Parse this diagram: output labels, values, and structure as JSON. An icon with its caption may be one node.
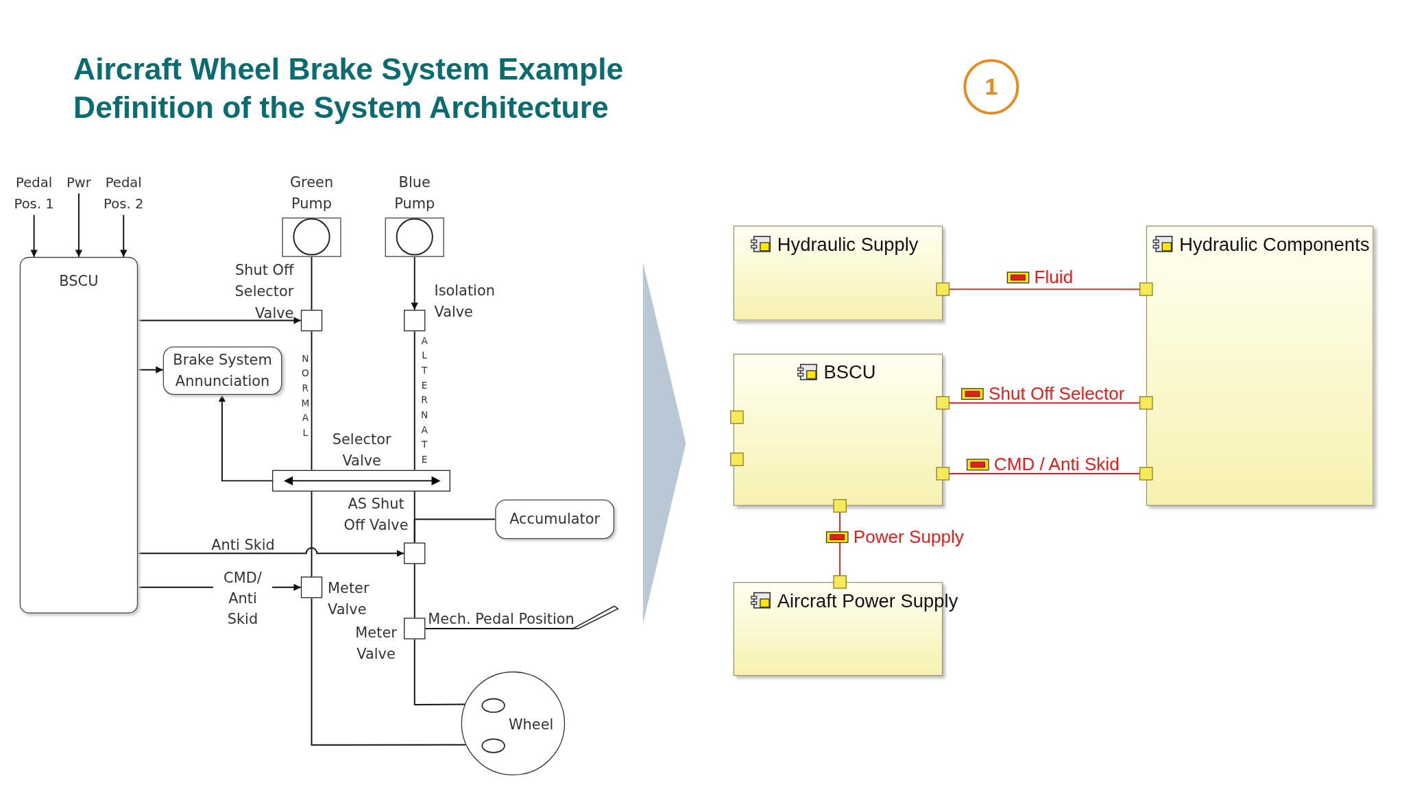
{
  "diagram": {
    "title": "Aircraft Wheel Brake System Example",
    "nodes": [
      {
        "text": [
          "Pedal Pos. 1"
        ]
      },
      {
        "text": [
          "Pwr"
        ]
      },
      {
        "text": [
          "Pedal Pos. 2"
        ]
      },
      {
        "text": [
          "BSCU"
        ]
      },
      {
        "text": [
          "Green Pump"
        ]
      },
      {
        "text": [
          "Blue Pump"
        ]
      },
      {
        "text": [],
        "shape": "box",
        "beside": [
          "Shut Off Selector Valve"
        ]
      },
      {
        "text": [],
        "shape": "box",
        "beside": [
          "Isolation Valve"
        ]
      },
      {
        "text": [
          "Brake System Annunciation"
        ]
      },
      {
        "text": [],
        "shape": "bar",
        "beside": [
          "Selector Valve"
        ]
      },
      {
        "text": [
          "Accumulator"
        ]
      },
      {
        "text": [],
        "shape": "box",
        "beside": [
          "AS Shut Off Valve"
        ]
      },
      {
        "text": [],
        "shape": "box",
        "beside": [
          "Meter Valve"
        ]
      },
      {
        "text": [],
        "shape": "box",
        "beside": [
          "Meter Valve"
        ]
      },
      {
        "text": [
          "Wheel"
        ]
      },
      {
        "text": [
          "Hydraulic Supply"
        ]
      },
      {
        "text": [
          "Hydraulic Components"
        ]
      },
      {
        "text": [
          "BSCU"
        ]
      },
      {
        "text": [
          "Aircraft Power Supply"
        ]
      },
      {
        "text": [],
        "shape": "lever"
      },
      {
        "text": [],
        "shape": "chevron"
      }
    ],
    "edges": [
      {
        "from": 0,
        "to": 3,
        "arrow": "to"
      },
      {
        "from": 1,
        "to": 3,
        "arrow": "to"
      },
      {
        "from": 2,
        "to": 3,
        "arrow": "to"
      },
      {
        "from": 3,
        "to": 6,
        "arrow": "to"
      },
      {
        "from": 3,
        "to": 8,
        "arrow": "to"
      },
      {
        "from": 9,
        "to": 8,
        "arrow": "to"
      },
      {
        "from": 4,
        "to": 6,
        "arrow": "none"
      },
      {
        "from": 6,
        "to": 9,
        "arrow": "none",
        "label": "NORMAL"
      },
      {
        "from": 5,
        "to": 7,
        "arrow": "to"
      },
      {
        "from": 7,
        "to": 9,
        "arrow": "none",
        "label": "ALTERNATE"
      },
      {
        "from": 9,
        "to": 11,
        "arrow": "none"
      },
      {
        "from": 10,
        "to": 11,
        "arrow": "none"
      },
      {
        "from": 3,
        "to": 11,
        "arrow": "to",
        "label": "Anti Skid"
      },
      {
        "from": 3,
        "to": 12,
        "arrow": "to",
        "label": "CMD/ Anti Skid"
      },
      {
        "from": 9,
        "to": 12,
        "arrow": "none"
      },
      {
        "from": 12,
        "to": 14,
        "arrow": "none"
      },
      {
        "from": 11,
        "to": 13,
        "arrow": "none"
      },
      {
        "from": 13,
        "to": 14,
        "arrow": "none"
      },
      {
        "from": 13,
        "to": 19,
        "arrow": "none",
        "label": "Mech. Pedal Position"
      },
      {
        "from": 15,
        "to": 16,
        "arrow": "none",
        "label": "Fluid",
        "color": "#e0201c"
      },
      {
        "from": 17,
        "to": 16,
        "arrow": "none",
        "label": "Shut Off Selector",
        "color": "#e0201c"
      },
      {
        "from": 17,
        "to": 16,
        "arrow": "none",
        "label": "CMD / Anti Skid",
        "color": "#e0201c"
      },
      {
        "from": 17,
        "to": 18,
        "arrow": "none",
        "label": "Power Supply",
        "color": "#e0201c"
      }
    ],
    "labels": [
      "Definition of the System Architecture",
      "1"
    ]
  }
}
